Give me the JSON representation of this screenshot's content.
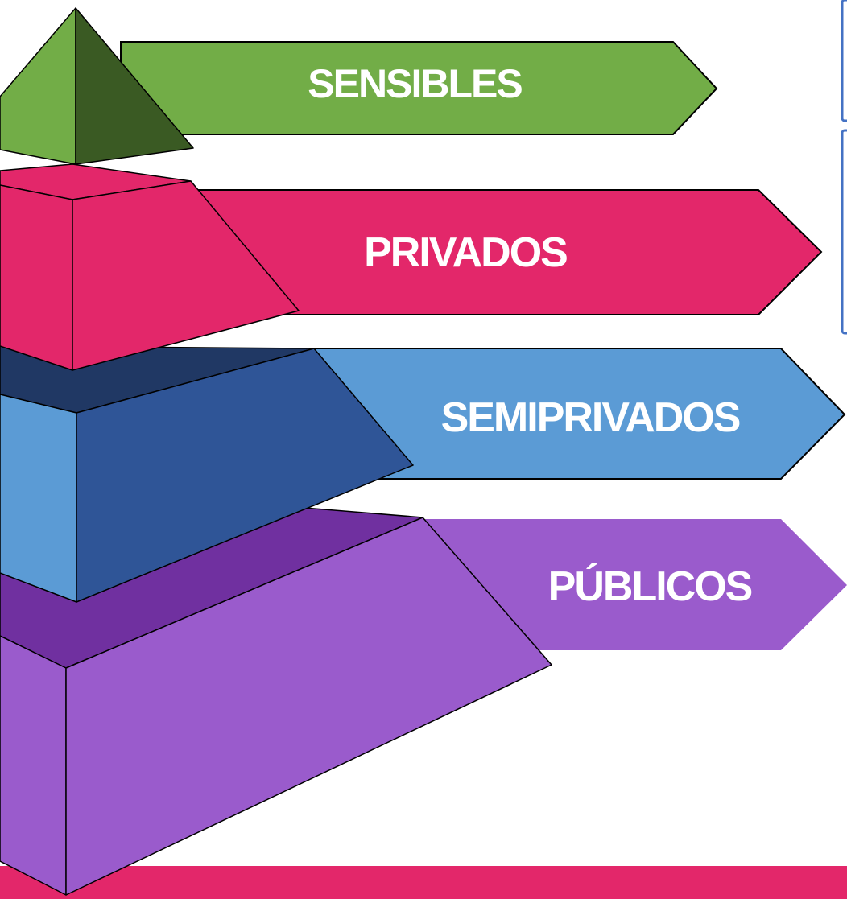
{
  "levels": [
    {
      "key": "sensibles",
      "label": "SENSIBLES",
      "color": "#72AD47"
    },
    {
      "key": "privados",
      "label": "PRIVADOS",
      "color": "#E3276A"
    },
    {
      "key": "semiprivados",
      "label": "SEMIPRIVADOS",
      "color": "#5B9BD5"
    },
    {
      "key": "publicos",
      "label": "PÚBLICOS",
      "color": "#9A5BCC"
    }
  ],
  "colors": {
    "sensibles_dark": "#3A5A23",
    "privados_top": "#E3276A",
    "semiprivados_top": "#203864",
    "semiprivados_front": "#2F5597",
    "publicos_top": "#7030A0",
    "bottom_bar": "#E3276A",
    "side_panel_border": "#4472C4"
  }
}
